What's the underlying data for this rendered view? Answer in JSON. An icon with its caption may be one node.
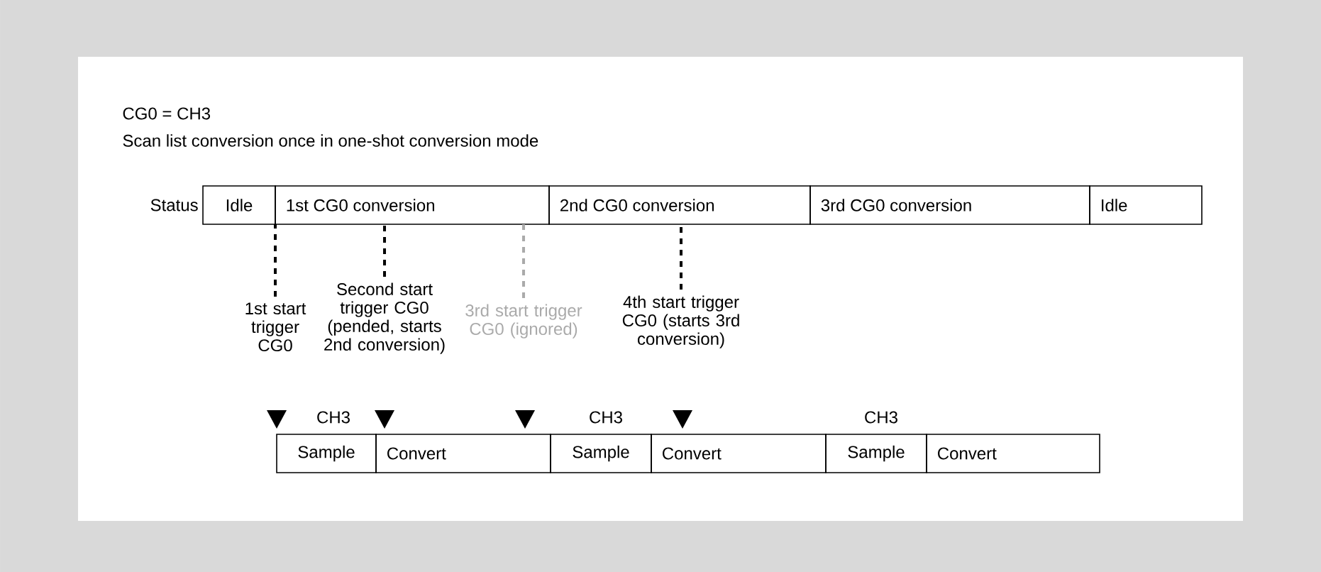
{
  "diagram": {
    "nodes": [
      {
        "text": [
          "Idle"
        ]
      },
      {
        "text": [
          "1st CG0 conversion"
        ]
      },
      {
        "text": [
          "2nd CG0 conversion"
        ]
      },
      {
        "text": [
          "3rd CG0 conversion"
        ]
      },
      {
        "text": [
          "Idle"
        ]
      },
      {
        "text": [
          "1st start trigger CG0"
        ]
      },
      {
        "text": [
          "Second start trigger CG0 (pended, starts 2nd conversion)"
        ]
      },
      {
        "text": [
          "3rd start trigger CG0 (ignored)"
        ]
      },
      {
        "text": [
          "4th start trigger CG0 (starts 3rd conversion)"
        ]
      },
      {
        "text": [
          "Sample"
        ]
      },
      {
        "text": [
          "Convert"
        ]
      },
      {
        "text": [
          "Sample"
        ]
      },
      {
        "text": [
          "Convert"
        ]
      },
      {
        "text": [
          "Sample"
        ]
      },
      {
        "text": [
          "Convert"
        ]
      }
    ],
    "edges": [
      {
        "from": 5,
        "to": 1,
        "arrow": "none",
        "style": "dashed"
      },
      {
        "from": 6,
        "to": 1,
        "arrow": "none",
        "style": "dashed"
      },
      {
        "from": 7,
        "to": 1,
        "arrow": "none",
        "style": "dashed",
        "color": "#aaaaaa"
      },
      {
        "from": 8,
        "to": 2,
        "arrow": "none",
        "style": "dashed"
      }
    ],
    "labels": [
      "CG0 = CH3",
      "Scan list conversion once in one-shot conversion mode",
      "Status",
      "CH3",
      "CH3",
      "CH3"
    ]
  }
}
